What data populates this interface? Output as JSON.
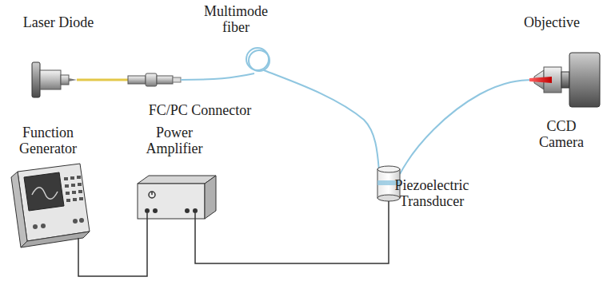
{
  "diagram": {
    "labels": [
      "Laser Diode",
      "Multimode fiber",
      "Objective",
      "FC/PC Connector",
      "CCD Camera",
      "Function Generator",
      "Power Amplifier",
      "Piezoelectric Transducer"
    ]
  }
}
